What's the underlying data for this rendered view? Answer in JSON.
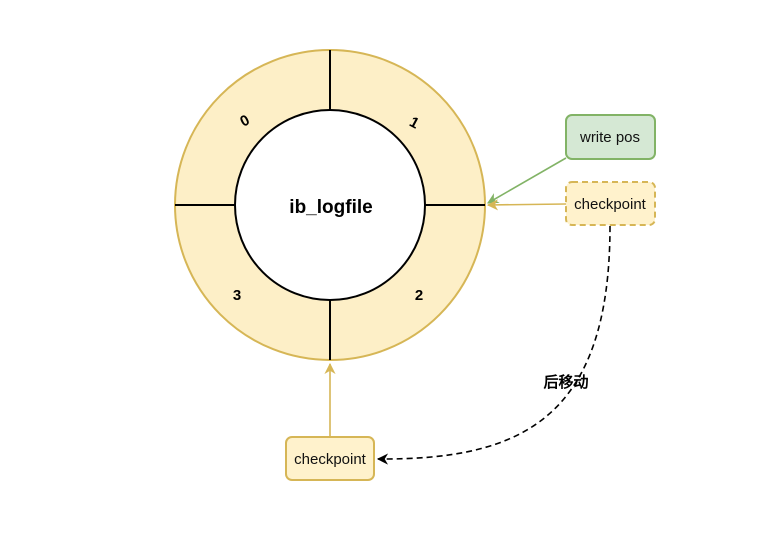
{
  "ring": {
    "center_label": "ib_logfile",
    "segments": [
      "0",
      "1",
      "2",
      "3"
    ]
  },
  "boxes": {
    "write_pos": "write pos",
    "checkpoint_right": "checkpoint",
    "checkpoint_bottom": "checkpoint"
  },
  "move_label": "后移动",
  "colors": {
    "ring_fill": "#fdefc7",
    "ring_stroke": "#d6b656",
    "write_pos_fill": "#d5e8d4",
    "write_pos_stroke": "#82b366",
    "checkpoint_fill": "#fff2cc",
    "checkpoint_stroke": "#d6b656",
    "line": "#000000"
  }
}
